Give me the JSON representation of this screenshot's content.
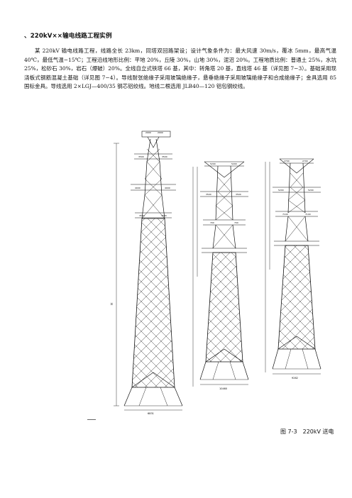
{
  "heading": "、220kV××输电线路工程实例",
  "paragraph": "某 220kV 输电线路工程，线路全长 23km，同塔双回路架设；设计气象条件为：最大风速 30m/s，覆冰 5mm，最高气温 40℃，最低气温−15℃；工程沿线地形比例：平地 20%，丘陵 30%，山地 30%，泥沼 20%。工程地质比例：普通土 25%，水坑 25%，松砂石 30%，岩石（爆破）20%。全线自立式铁塔 66 基，其中：转角塔 20 基，直线塔 46 基（详见图 7−3）。基础采用现浇板式钢筋混凝土基础（详见图 7−4）。导线耐张绝缘子采用玻璃绝缘子，悬垂绝缘子采用玻璃绝缘子和合成绝缘子；金具选用 85 国标金具。导线选用 2×LGJ—400/35 钢芯铝绞线。地线二根选用 JLB40—120 铝包钢绞线。",
  "caption": "图 7-3　220kV 送电",
  "figure": {
    "towers": [
      {
        "id": "tower-1",
        "top_dims": [
          "2000",
          "2000"
        ],
        "arm_dims_1": [
          "3500",
          "3500"
        ],
        "arm_dims_2": [
          "4000",
          "4000"
        ],
        "arm_dims_3": [
          "3500",
          "3500"
        ],
        "base_label": "6831"
      },
      {
        "id": "tower-2",
        "top_dims": [
          "5200",
          "5200"
        ],
        "arm_dims_1": [
          "3500",
          "3500"
        ],
        "arm_dims_2": [
          "700",
          "700"
        ],
        "arm_dims_3": [],
        "base_label": "10460"
      },
      {
        "id": "tower-3",
        "top_dims": [
          "2700",
          "2700"
        ],
        "arm_dims_1": [
          "5200",
          "5200"
        ],
        "arm_dims_2": [
          "7100",
          "7100"
        ],
        "arm_dims_3": [],
        "base_label": "9262"
      }
    ]
  }
}
